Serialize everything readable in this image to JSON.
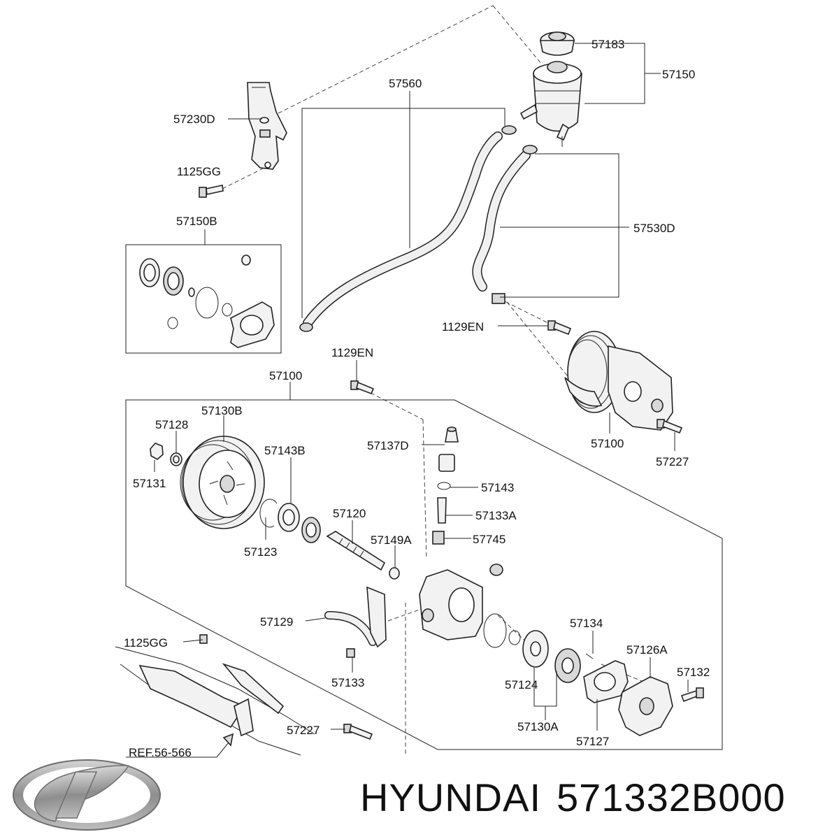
{
  "diagram": {
    "part_labels": {
      "p57183": "57183",
      "p57150": "57150",
      "p57560": "57560",
      "p57230D": "57230D",
      "p1125GG_top": "1125GG",
      "p57150B": "57150B",
      "p57530D": "57530D",
      "p1129EN_right": "1129EN",
      "p1129EN_mid": "1129EN",
      "p57100_main": "57100",
      "p57100_pump": "57100",
      "p57227_pump": "57227",
      "p57130B": "57130B",
      "p57128": "57128",
      "p57131": "57131",
      "p57143B": "57143B",
      "p57137D": "57137D",
      "p57143": "57143",
      "p57133A": "57133A",
      "p57120": "57120",
      "p57123": "57123",
      "p57149A": "57149A",
      "p57745": "57745",
      "p57129": "57129",
      "p57134": "57134",
      "p57126A": "57126A",
      "p1125GG_bottom": "1125GG",
      "p57132": "57132",
      "p57124": "57124",
      "p57133": "57133",
      "p57227_bottom": "57227",
      "p57130A": "57130A",
      "p57127": "57127",
      "ref": "REF.56-566"
    }
  },
  "footer": {
    "brand": "HYUNDAI",
    "part_number": "571332B000"
  },
  "colors": {
    "line": "#222222",
    "text": "#111111",
    "logo": "#9a9a9a"
  }
}
